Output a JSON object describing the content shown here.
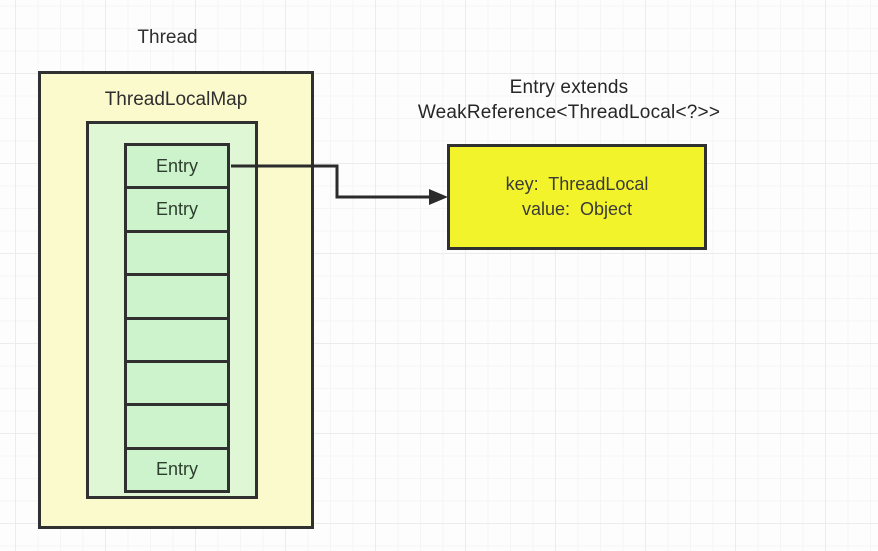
{
  "labels": {
    "thread": "Thread",
    "map_title": "ThreadLocalMap"
  },
  "cells": [
    "Entry",
    "Entry",
    "",
    "",
    "",
    "",
    "",
    "Entry"
  ],
  "note": {
    "line1": "Entry extends",
    "line2": "WeakReference<ThreadLocal<?>>"
  },
  "detail": {
    "line1": "key:  ThreadLocal",
    "line2": "value:  Object"
  },
  "colors": {
    "outer_box_fill": "#fafacd",
    "inner_box_fill": "#dff7d5",
    "cell_fill": "#cdf3cd",
    "detail_box_fill": "#f3f32c",
    "border": "#303030",
    "arrow": "#2b2b2b",
    "grid_major": "#ececec",
    "grid_minor": "#f5f5f5"
  }
}
